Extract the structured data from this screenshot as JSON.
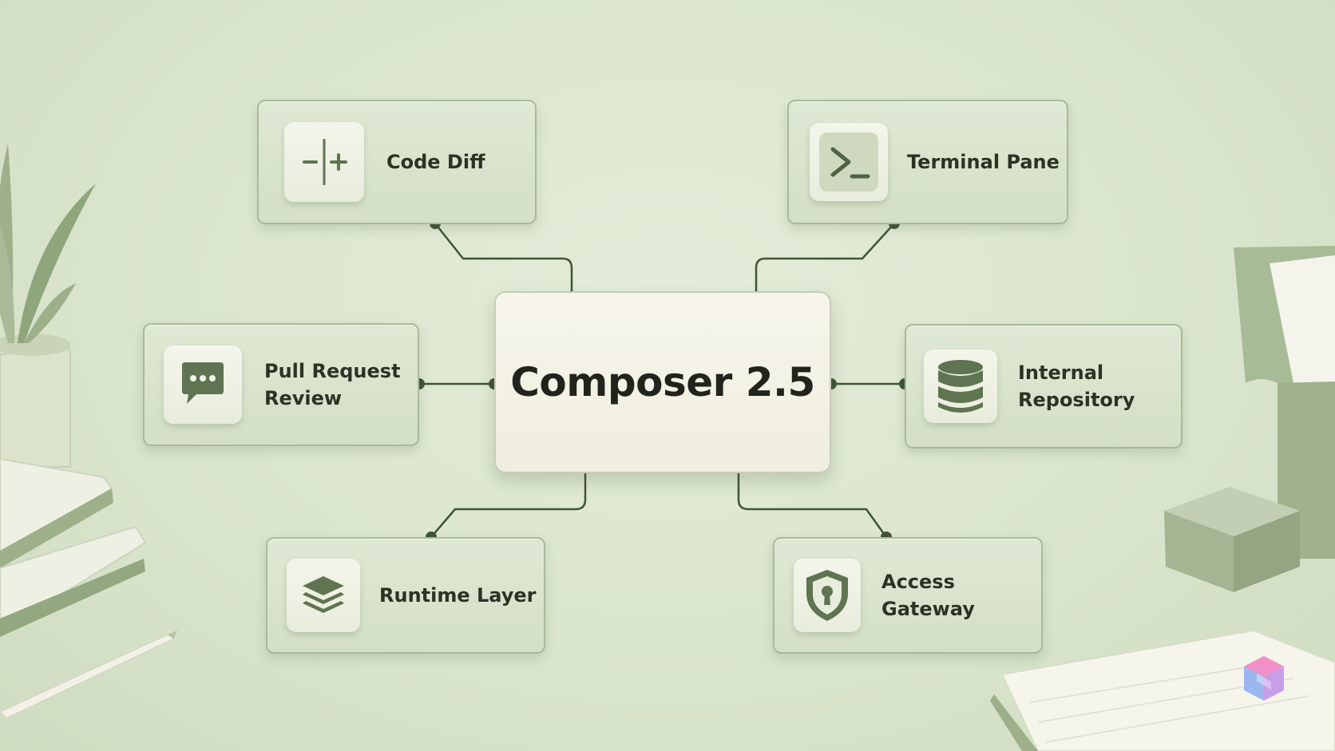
{
  "center": {
    "title": "Composer 2.5"
  },
  "nodes": [
    {
      "id": "code-diff",
      "label": "Code Diff",
      "icon": "code-diff-icon"
    },
    {
      "id": "terminal-pane",
      "label": "Terminal Pane",
      "icon": "terminal-icon"
    },
    {
      "id": "pull-request-review",
      "label": "Pull Request\nReview",
      "icon": "chat-bubble-icon"
    },
    {
      "id": "internal-repository",
      "label": "Internal\nRepository",
      "icon": "database-icon"
    },
    {
      "id": "runtime-layer",
      "label": "Runtime Layer",
      "icon": "layers-icon"
    },
    {
      "id": "access-gateway",
      "label": "Access\nGateway",
      "icon": "shield-lock-icon"
    }
  ],
  "colors": {
    "background": "#d9e4cc",
    "node_fill": "#d4dfc6",
    "center_fill": "#f3f2e6",
    "connector": "#3f5535",
    "icon_green": "#5f7450",
    "text": "#2b3324"
  }
}
